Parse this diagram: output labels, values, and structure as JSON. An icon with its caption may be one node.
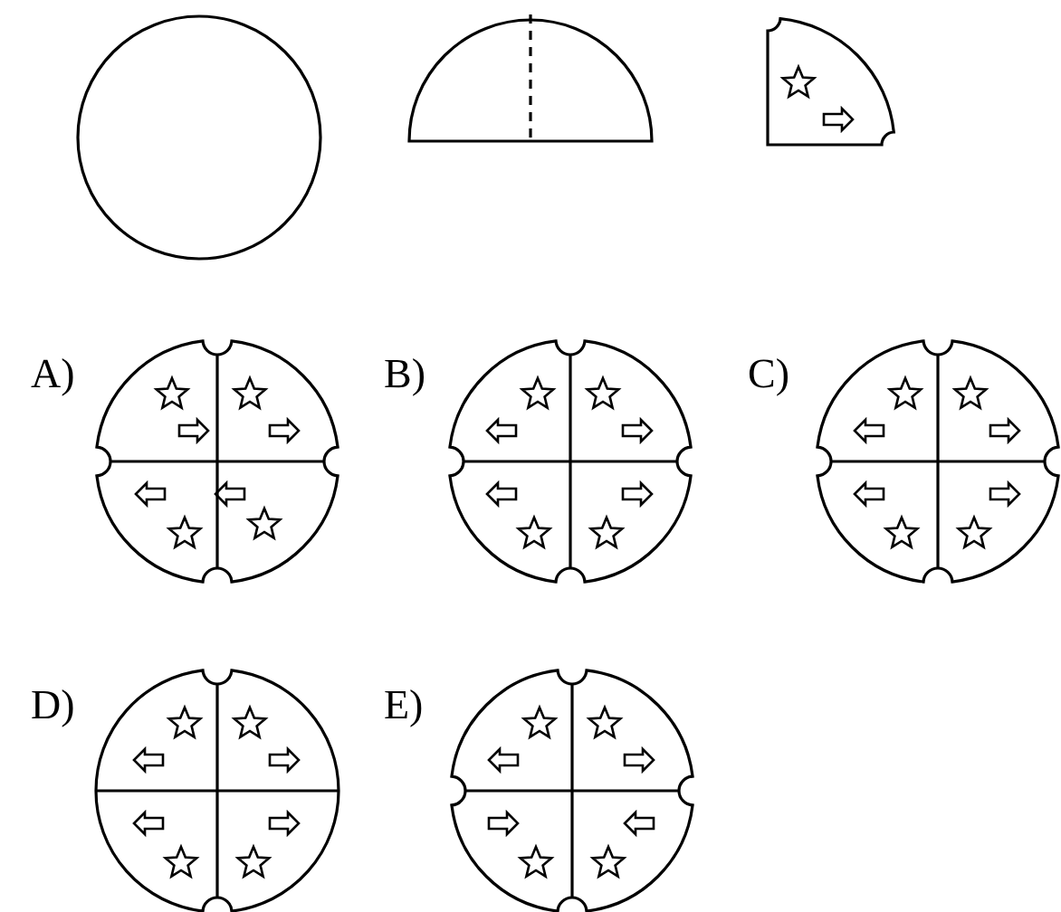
{
  "diagram": {
    "labels": [
      "A)",
      "B)",
      "C)",
      "D)",
      "E)"
    ]
  }
}
